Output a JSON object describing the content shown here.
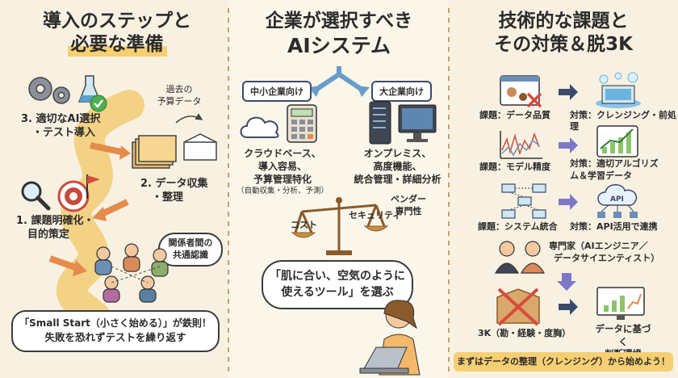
{
  "colors": {
    "background": "#f8f1e2",
    "highlight": "#f6cf73",
    "path": "#f1c765",
    "arrow": "#e58b4c",
    "purple_arrow": "#7d78c6",
    "dark": "#2b2b2b"
  },
  "left": {
    "title_line1": "導入のステップと",
    "title_line2": "必要な準備",
    "step3_line1": "3. 適切なAI選択",
    "step3_line2": "・テスト導入",
    "past_budget_line1": "過去の",
    "past_budget_line2": "予算データ",
    "step2_line1": "2. データ収集",
    "step2_line2": "・整理",
    "step1_line1": "1. 課題明確化・",
    "step1_line2": "目的策定",
    "stakeholder_line1": "関係者間の",
    "stakeholder_line2": "共通認識",
    "banner_line1": "「Small Start（小さく始める）」が鉄則！",
    "banner_line2": "失敗を恐れずテストを繰り返す",
    "icons": [
      "gear-icon",
      "flask-icon",
      "check-icon",
      "folder-icon",
      "box-icon",
      "magnifier-icon",
      "target-icon",
      "flag-icon"
    ]
  },
  "middle": {
    "title_line1": "企業が選択すべき",
    "title_line2": "AIシステム",
    "sme_label": "中小企業向け",
    "enterprise_label": "大企業向け",
    "sme_desc_line1": "クラウドベース、",
    "sme_desc_line2": "導入容易、",
    "sme_desc_line3": "予算管理特化",
    "sme_desc_line4": "（自動収集・分析、予測）",
    "ent_desc_line1": "オンプレミス、",
    "ent_desc_line2": "高度機能、",
    "ent_desc_line3": "統合管理・詳細分析",
    "scale_cost": "コスト",
    "scale_security": "セキュリティ",
    "scale_vendor_line1": "ベンダー",
    "scale_vendor_line2": "専門性",
    "quote_line1": "「肌に合い、空気のように",
    "quote_line2": "使えるツール」を選ぶ",
    "icons": [
      "cloud-icon",
      "calculator-icon",
      "server-icon",
      "monitor-icon",
      "scale-icon",
      "laptop-icon"
    ]
  },
  "right": {
    "title_line1": "技術的な課題と",
    "title_line2": "その対策＆脱3K",
    "rows": [
      {
        "issue": "課題：データ品質",
        "solution": "対策：クレンジング・前処理"
      },
      {
        "issue": "課題：モデル精度",
        "solution": "対策：適切アルゴリズム＆学習データ"
      },
      {
        "issue": "課題：システム統合",
        "solution": "対策：API活用で連携"
      }
    ],
    "api_label": "API",
    "experts": "専門家（AIエンジニア／データサイエンティスト）",
    "experts_line1": "専門家（AIエンジニア／",
    "experts_line2": "データサイエンティスト）",
    "three_k": "3K（勘・経験・度胸）",
    "data_driven_line1": "データに基づく",
    "data_driven_line2": "判断環境",
    "footer": "まずはデータの整理（クレンジング）から始めよう！"
  }
}
